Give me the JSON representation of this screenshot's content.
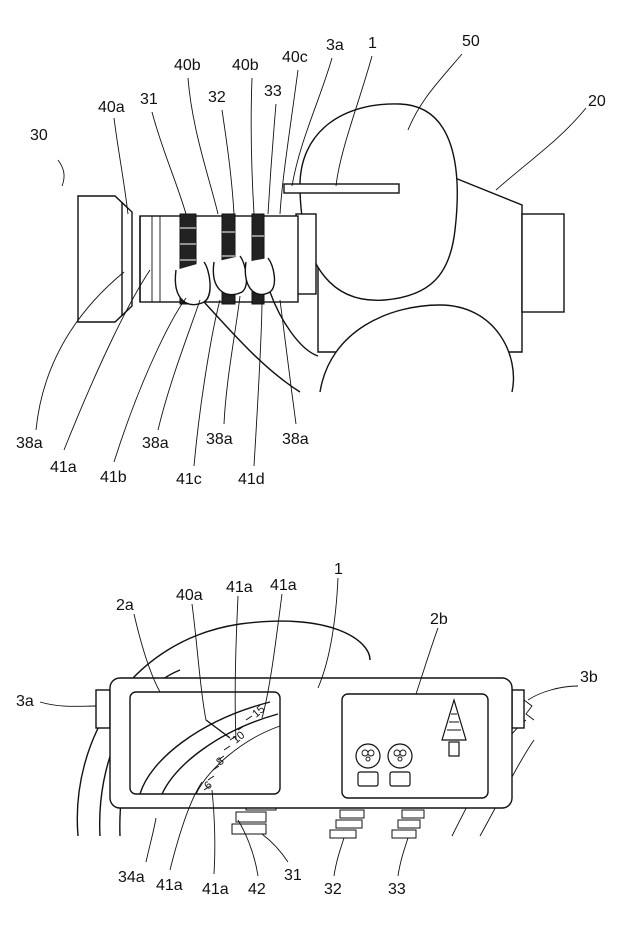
{
  "figure_top": {
    "labels": {
      "l30": "30",
      "l40a": "40a",
      "l31": "31",
      "l40b_1": "40b",
      "l32": "32",
      "l40b_2": "40b",
      "l33": "33",
      "l40c": "40c",
      "l3a": "3a",
      "l1": "1",
      "l50": "50",
      "l20": "20",
      "l38a_1": "38a",
      "l41a": "41a",
      "l41b": "41b",
      "l38a_2": "38a",
      "l41c": "41c",
      "l38a_3": "38a",
      "l41d": "41d",
      "l38a_4": "38a"
    }
  },
  "figure_bottom": {
    "labels": {
      "l1": "1",
      "l2a": "2a",
      "l40a": "40a",
      "l41a_1": "41a",
      "l41a_2": "41a",
      "l2b": "2b",
      "l3a": "3a",
      "l3b": "3b",
      "l34a": "34a",
      "l41a_3": "41a",
      "l41a_4": "41a",
      "l42": "42",
      "l31": "31",
      "l32": "32",
      "l33": "33"
    },
    "scale_marks": {
      "m15": "15",
      "m10": "10",
      "m8": "8",
      "m6": "6"
    }
  }
}
